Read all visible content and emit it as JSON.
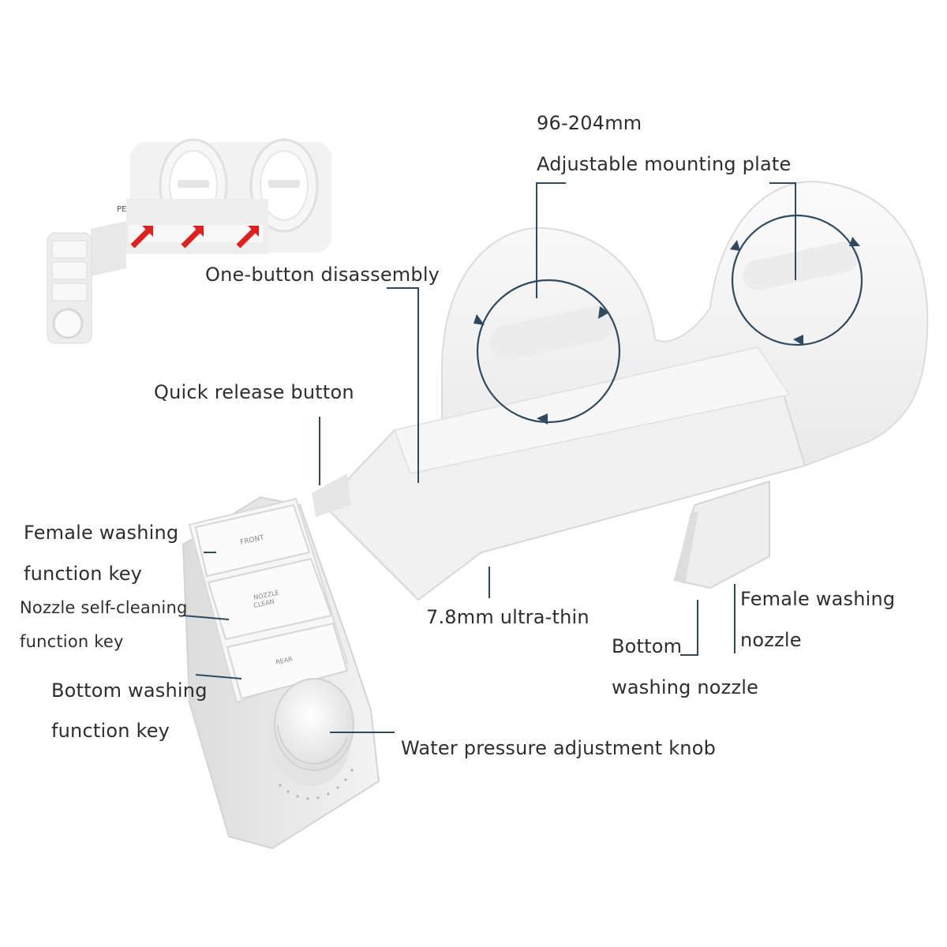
{
  "labels": {
    "size": "96-204mm",
    "mounting_plate": "Adjustable mounting plate",
    "disassembly": "One-button disassembly",
    "quick_release": "Quick release button",
    "female_key_1": "Female washing",
    "female_key_2": "function key",
    "nozzle_clean_1": "Nozzle self-cleaning",
    "nozzle_clean_2": "function key",
    "bottom_key_1": "Bottom washing",
    "bottom_key_2": "function key",
    "thin": "7.8mm ultra-thin",
    "female_nozzle_1": "Female washing",
    "female_nozzle_2": "nozzle",
    "bottom_nozzle_1": "Bottom",
    "bottom_nozzle_2": "washing nozzle",
    "knob": "Water pressure adjustment knob"
  },
  "colors": {
    "leader_line": "#2f4a60",
    "arrow_accent": "#e01f1f",
    "device_body": "#f4f4f4",
    "device_shadow": "#d9d9d9"
  },
  "icons": [
    "rotation-arrow-icon",
    "push-arrow-icon"
  ]
}
